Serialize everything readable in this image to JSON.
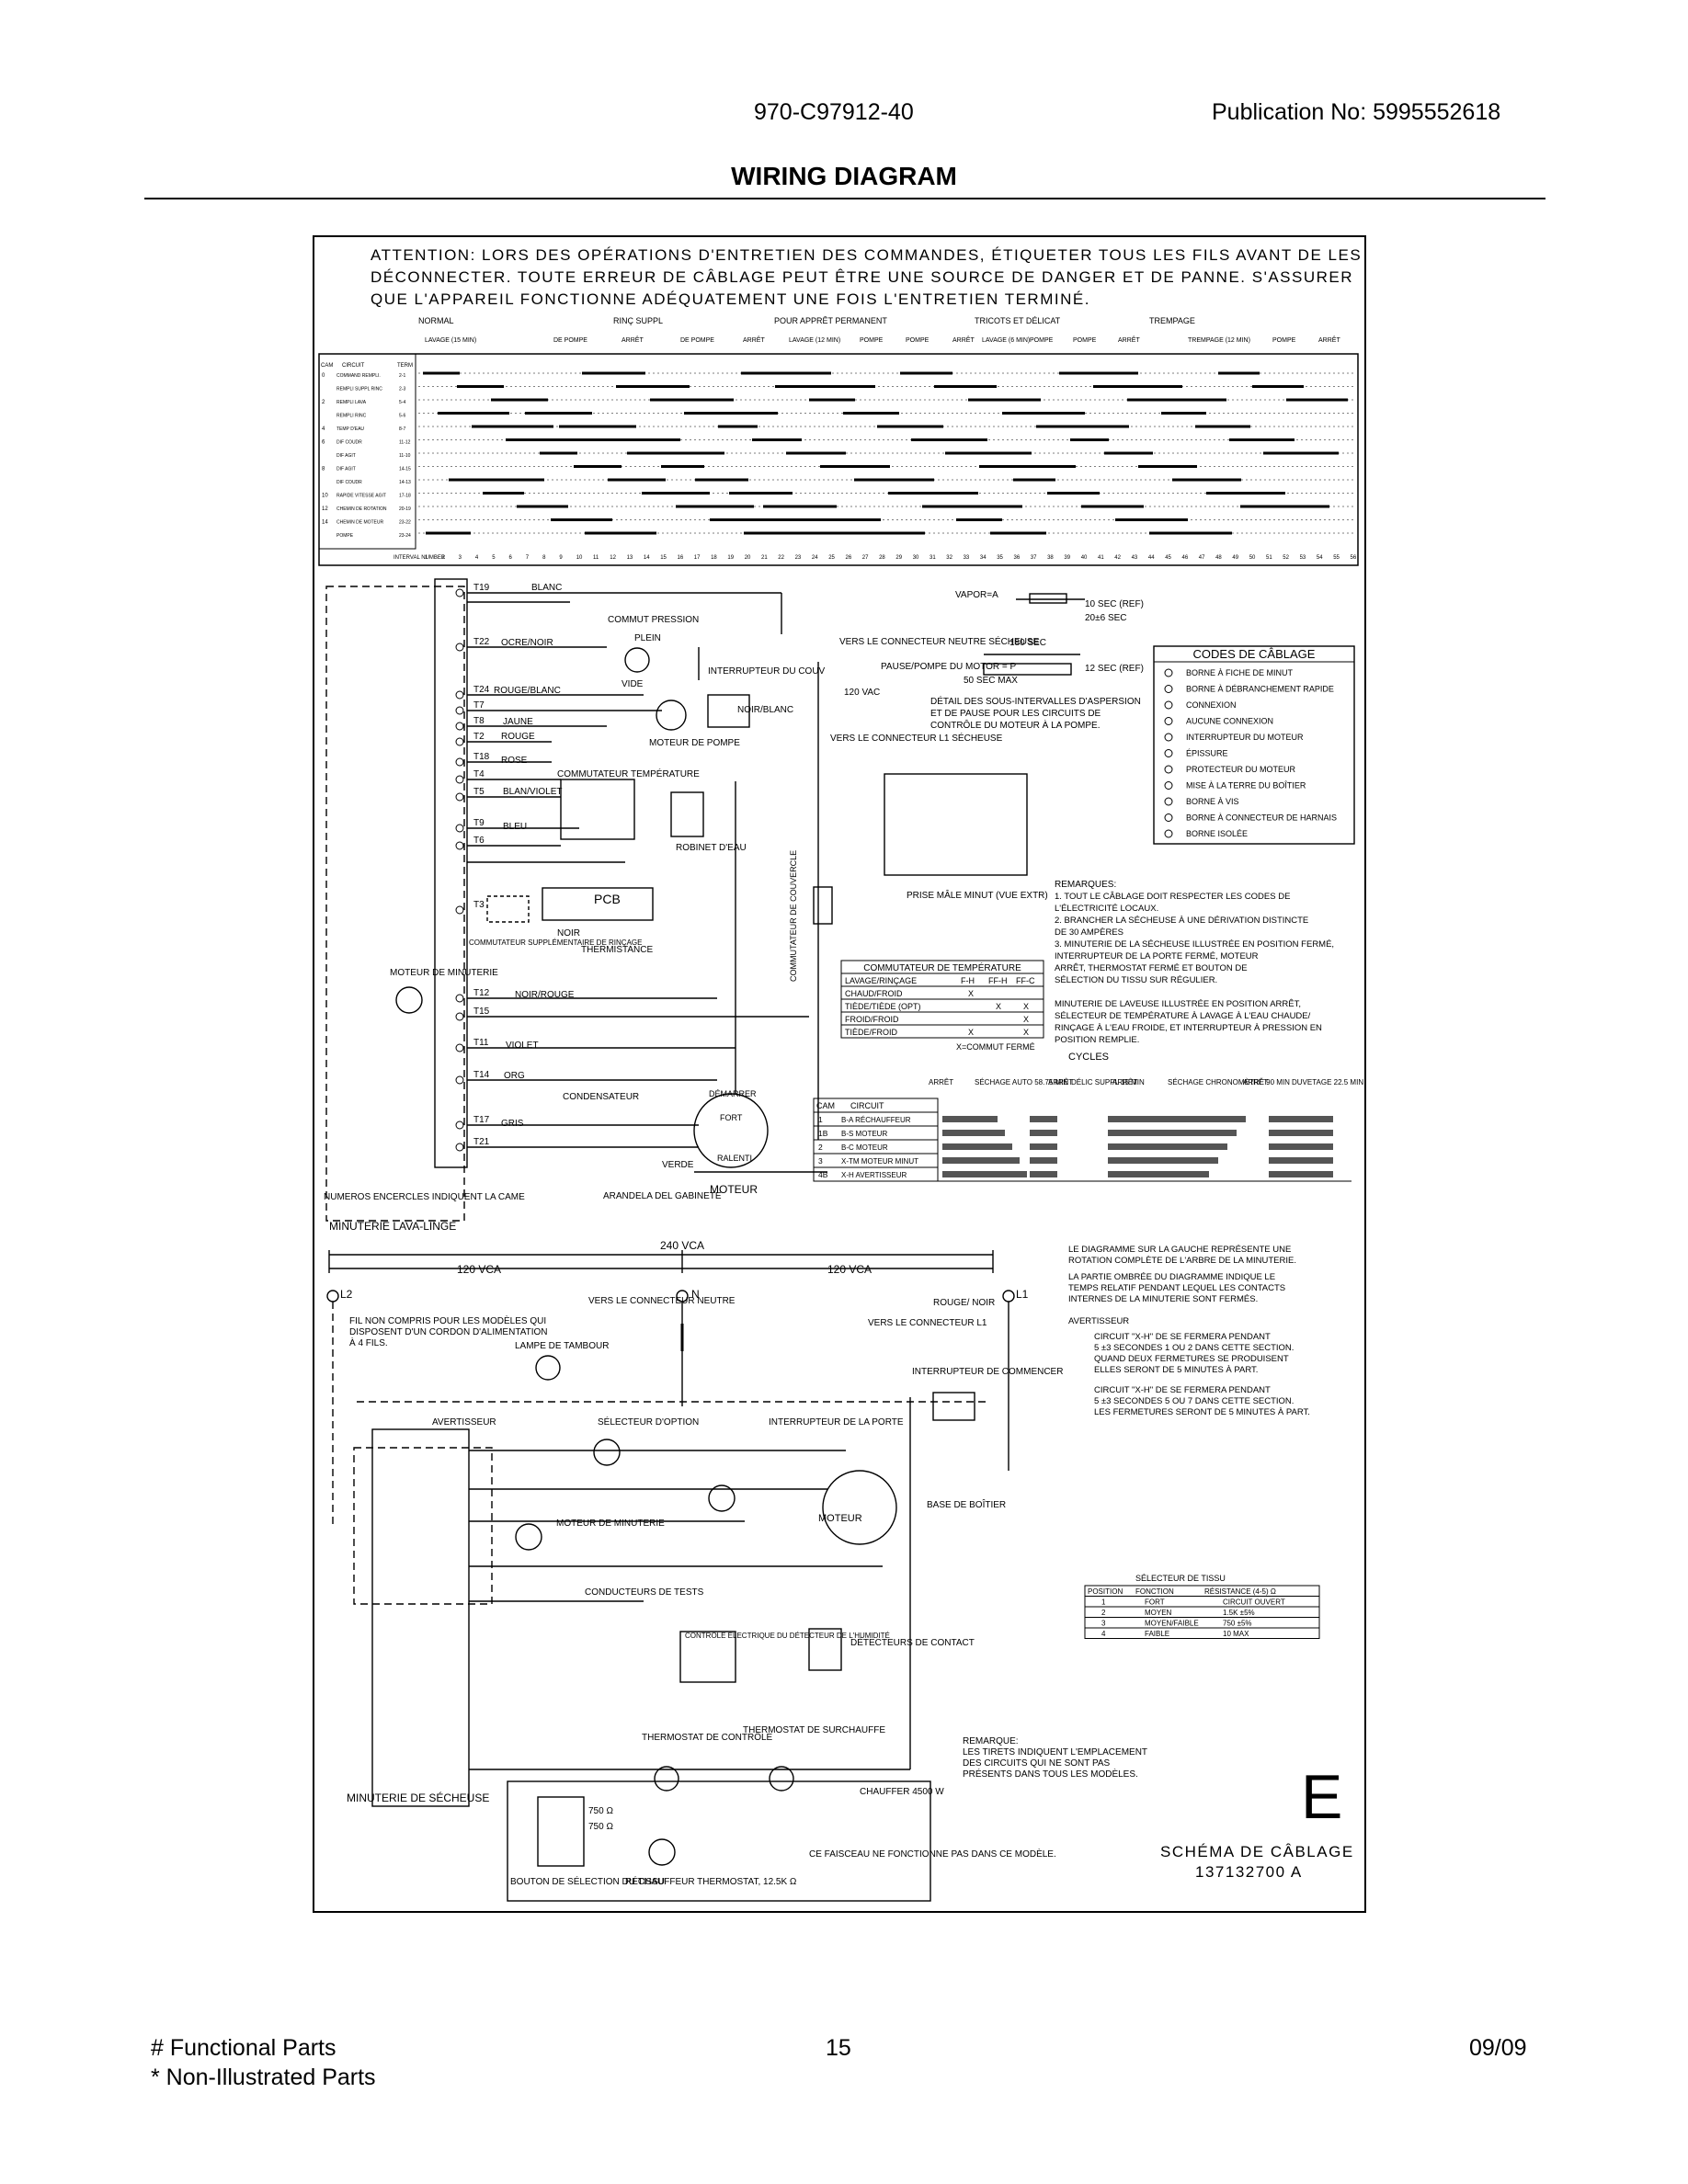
{
  "header": {
    "model": "970-C97912-40",
    "publication": "Publication No:  5995552618",
    "title": "WIRING DIAGRAM"
  },
  "attention": [
    "ATTENTION: LORS DES OPÉRATIONS D'ENTRETIEN DES COMMANDES, ÉTIQUETER TOUS LES FILS AVANT DE LES",
    "DÉCONNECTER. TOUTE ERREUR DE CÂBLAGE PEUT ÊTRE UNE SOURCE DE DANGER ET DE PANNE. S'ASSURER",
    "QUE L'APPAREIL FONCTIONNE ADÉQUATEMENT UNE FOIS L'ENTRETIEN TERMINÉ."
  ],
  "cycle_groups": [
    "NORMAL",
    "RINÇ SUPPL",
    "POUR APPRÊT PERMANENT",
    "TRICOTS ET DÉLICAT",
    "TREMPAGE"
  ],
  "cycle_steps": [
    "LAVAGE (15 MIN)",
    "DE POMPE",
    "ARRÊT",
    "DE POMPE",
    "ARRÊT",
    "LAVAGE (12 MIN)",
    "POMPE",
    "POMPE",
    "ARRÊT",
    "LAVAGE (6 MIN)",
    "POMPE",
    "POMPE",
    "ARRÊT",
    "TREMPAGE (12 MIN)",
    "POMPE",
    "ARRÊT"
  ],
  "cam_table": {
    "col_cam": "CAM",
    "col_circuit": "CIRCUIT",
    "col_term": "TERM",
    "rows": [
      {
        "cam": "0",
        "circuit": "COMMAND REMPLI.",
        "term": "2-1"
      },
      {
        "cam": "",
        "circuit": "REMPLI SUPPL RINC",
        "term": "2-3"
      },
      {
        "cam": "2",
        "circuit": "REMPLI LAVA",
        "term": "5-4"
      },
      {
        "cam": "",
        "circuit": "REMPLI RINC",
        "term": "5-6"
      },
      {
        "cam": "4",
        "circuit": "TEMP D'EAU",
        "term": "8-7"
      },
      {
        "cam": "6",
        "circuit": "DIF COUDR",
        "term": "11-12"
      },
      {
        "cam": "",
        "circuit": "DIF AGIT",
        "term": "11-10"
      },
      {
        "cam": "8",
        "circuit": "DIF AGIT",
        "term": "14-15"
      },
      {
        "cam": "",
        "circuit": "DIF COUDR",
        "term": "14-13"
      },
      {
        "cam": "10",
        "circuit": "RAPIDE VITESSE AGIT",
        "term": "17-18"
      },
      {
        "cam": "12",
        "circuit": "CHEMIN DE ROTATION",
        "term": "20-19"
      },
      {
        "cam": "14",
        "circuit": "CHEMIN DE MOTEUR",
        "term": "23-22"
      },
      {
        "cam": "",
        "circuit": "POMPE",
        "term": "23-24"
      }
    ],
    "interval_label": "INTERVAL NUMBER"
  },
  "washer": {
    "terminals": [
      "T19",
      "T22",
      "T24",
      "T7",
      "T8",
      "T2",
      "T18",
      "T4",
      "T5",
      "T9",
      "T6",
      "T3",
      "T12",
      "T15",
      "T11",
      "T14",
      "T17",
      "T21"
    ],
    "wire_colors": [
      "BLANC",
      "OCRE/NOIR",
      "ROUGE/BLANC",
      "JAUNE",
      "ROUGE",
      "ROSE",
      "BLAN/VIOLET",
      "BLEU",
      "NOIR/ROUGE",
      "VIOLET",
      "ORG",
      "GRIS",
      "NOIR/BLANC",
      "VERDE",
      "NOIR"
    ],
    "labels": {
      "commut_pression": "COMMUT PRESSION",
      "plein": "PLEIN",
      "vide": "VIDE",
      "interrupteur_couv": "INTERRUPTEUR DU COUV",
      "moteur_pompe": "MOTEUR DE POMPE",
      "commutateur_temp": "COMMUTATEUR TEMPÉRATURE",
      "robinet": "ROBINET D'EAU",
      "pcb": "PCB",
      "thermistance": "THERMISTANCE",
      "commut_supp": "COMMUTATEUR SUPPLÉMENTAIRE DE RINÇAGE",
      "moteur_minuterie": "MOTEUR DE MINUTERIE",
      "condensateur": "CONDENSATEUR",
      "demarrer": "DÉMARRER",
      "fort": "FORT",
      "ralenti": "RALENTI",
      "moteur": "MOTEUR",
      "arandela": "ARANDELA DEL GABINETE",
      "numeros": "NUMEROS ENCERCLES INDIQUENT LA CAME",
      "minuterie": "MINUTERIE LAVA-LINGE",
      "vers_neutre": "VERS LE CONNECTEUR NEUTRE SÉCHEUSE",
      "pause_pompe": "PAUSE/POMPE DU MOTOR = P",
      "vac120": "120 VAC",
      "vers_l1": "VERS LE CONNECTEUR L1 SÉCHEUSE",
      "commut_couvercle": "COMMUTATEUR DE COUVERCLE",
      "vapor": "VAPOR=A",
      "sec10": "10 SEC (REF)",
      "sec20": "20±6 SEC",
      "sec180": "180 SEC",
      "sec12": "12 SEC (REF)",
      "sec50": "50 SEC MAX",
      "detail": [
        "DÉTAIL DES SOUS-INTERVALLES D'ASPERSION",
        "ET DE PAUSE POUR LES CIRCUITS DE",
        "CONTRÔLE DU MOTEUR À LA POMPE."
      ],
      "prise": "PRISE MÂLE MINUT (VUE EXTR)"
    }
  },
  "codes": {
    "title": "CODES DE CÂBLAGE",
    "items": [
      "BORNE À FICHE DE MINUT",
      "BORNE À DÉBRANCHEMENT RAPIDE",
      "CONNEXION",
      "AUCUNE CONNEXION",
      "INTERRUPTEUR DU MOTEUR",
      "ÉPISSURE",
      "PROTECTEUR DU MOTEUR",
      "MISE À LA TERRE DU BOÎTIER",
      "BORNE À VIS",
      "BORNE À CONNECTEUR DE HARNAIS",
      "BORNE ISOLÉE"
    ]
  },
  "remarques": {
    "title": "REMARQUES:",
    "lines": [
      "1. TOUT LE CÂBLAGE DOIT RESPECTER LES CODES DE",
      "    L'ÉLECTRICITÉ LOCAUX.",
      "2. BRANCHER LA SÉCHEUSE À UNE DÉRIVATION DISTINCTE",
      "    DE 30 AMPÈRES",
      "3. MINUTERIE DE LA SÉCHEUSE ILLUSTRÉE EN POSITION FERMÉ,",
      "    INTERRUPTEUR DE LA PORTE FERMÉ, MOTEUR",
      "    ARRÊT, THERMOSTAT FERMÉ ET BOUTON DE",
      "    SÉLECTION DU TISSU SUR RÉGULIER.",
      "",
      "    MINUTERIE DE LAVEUSE ILLUSTRÉE EN POSITION ARRÊT,",
      "    SÉLECTEUR DE TEMPÉRATURE À LAVAGE À L'EAU CHAUDE/",
      "    RINÇAGE À L'EAU FROIDE, ET INTERRUPTEUR À PRESSION EN",
      "    POSITION REMPLIE."
    ]
  },
  "temp_table": {
    "title": "COMMUTATEUR DE TEMPÉRATURE",
    "headers": [
      "LAVAGE/RINÇAGE",
      "F-H",
      "FF-H",
      "FF-C"
    ],
    "rows": [
      [
        "CHAUD/FROID",
        "X",
        "",
        ""
      ],
      [
        "TIÈDE/TIÈDE (OPT)",
        "",
        "X",
        "X"
      ],
      [
        "FROID/FROID",
        "",
        "",
        "X"
      ],
      [
        "TIÈDE/FROID",
        "X",
        "",
        "X"
      ]
    ],
    "note": "X=COMMUT FERMÉ"
  },
  "dryer_cycles": {
    "title": "CYCLES",
    "cols": [
      "ARRÊT",
      "SÉCHAGE AUTO 58.75 MIN",
      "ARRÊT",
      "DÉLIC SUPPL 15 MIN",
      "ARRÊT",
      "SÉCHAGE CHRONOMÈTRÉ 90 MIN",
      "ARRÊT",
      "DUVETAGE 22.5 MIN"
    ],
    "rows": [
      {
        "cam": "1",
        "circuit": "B-A RÉCHAUFFEUR"
      },
      {
        "cam": "1B",
        "circuit": "B-S MOTEUR"
      },
      {
        "cam": "2",
        "circuit": "B-C MOTEUR"
      },
      {
        "cam": "3",
        "circuit": "X-TM MOTEUR MINUT"
      },
      {
        "cam": "4B",
        "circuit": "X-H AVERTISSEUR"
      }
    ],
    "head_cam": "CAM",
    "head_circuit": "CIRCUIT"
  },
  "dryer_notes": [
    "LE DIAGRAMME SUR LA GAUCHE REPRÉSENTE UNE",
    "ROTATION COMPLÈTE DE L'ARBRE DE LA MINUTERIE.",
    "LA PARTIE OMBRÉE DU DIAGRAMME INDIQUE LE",
    "TEMPS RELATIF PENDANT LEQUEL LES CONTACTS",
    "INTERNES DE LA MINUTERIE SONT FERMÉS.",
    "AVERTISSEUR",
    "CIRCUIT \"X-H\" DE SE FERMERA PENDANT",
    "5 ±3 SECONDES 1 OU 2 DANS CETTE SECTION.",
    "QUAND DEUX FERMETURES SE PRODUISENT",
    "ELLES SERONT DE 5 MINUTES À PART.",
    "CIRCUIT \"X-H\" DE SE FERMERA PENDANT",
    "5 ±3 SECONDES 5 OU 7 DANS CETTE SECTION.",
    "LES FERMETURES SERONT DE 5 MINUTES À PART."
  ],
  "dryer": {
    "v240": "240 VCA",
    "v120": "120 VCA",
    "l1": "L1",
    "l2": "L2",
    "n": "N",
    "fil_note": [
      "FIL NON COMPRIS POUR LES MODÈLES QUI",
      "DISPOSENT D'UN CORDON D'ALIMENTATION",
      "À 4 FILS."
    ],
    "vers_neutre": "VERS LE CONNECTEUR NEUTRE",
    "vers_l1": "VERS LE CONNECTEUR L1",
    "rouge_noir": "ROUGE/ NOIR",
    "lampe": "LAMPE DE TAMBOUR",
    "interrupteur_commencer": "INTERRUPTEUR DE COMMENCER",
    "avertisseur": "AVERTISSEUR",
    "selecteur_option": "SÉLECTEUR D'OPTION",
    "interrupteur_porte": "INTERRUPTEUR DE LA PORTE",
    "moteur_minuterie": "MOTEUR DE MINUTERIE",
    "moteur": "MOTEUR",
    "base_boitier": "BASE DE BOÎTIER",
    "conducteurs": "CONDUCTEURS DE TESTS",
    "controle": "CONTRÔLE ÉLECTRIQUE DU DÉTECTEUR DE L'HUMIDITÉ",
    "detecteurs": "DÉTECTEURS DE CONTACT",
    "thermo_controle": "THERMOSTAT DE CONTRÔLE",
    "thermo_surchauffe": "THERMOSTAT DE SURCHAUFFE",
    "chauffer": "CHAUFFER 4500 W",
    "minuterie": "MINUTERIE DE SÉCHEUSE",
    "bouton": "BOUTON DE SÉLECTION DU TISSU",
    "rechauffeur": "RÉCHAUFFEUR THERMOSTAT, 12.5K Ω",
    "faisceau": "CE FAISCEAU NE FONCTIONNE PAS DANS CE MODÈLE.",
    "r750": "750 Ω",
    "remarque": [
      "REMARQUE:",
      "LES TIRETS INDIQUENT L'EMPLACEMENT",
      "DES CIRCUITS QUI NE SONT PAS",
      "PRÉSENTS DANS TOUS LES MODÈLES."
    ]
  },
  "fabric_table": {
    "title": "SÉLECTEUR DE TISSU",
    "headers": [
      "POSITION",
      "FONCTION",
      "RÉSISTANCE (4-5) Ω"
    ],
    "rows": [
      [
        "1",
        "FORT",
        "CIRCUIT OUVERT"
      ],
      [
        "2",
        "MOYEN",
        "1.5K ±5%"
      ],
      [
        "3",
        "MOYEN/FAIBLE",
        "750 ±5%"
      ],
      [
        "4",
        "FAIBLE",
        "10 MAX"
      ]
    ]
  },
  "stamp": {
    "letter": "E",
    "title": "SCHÉMA DE CÂBLAGE",
    "number": "137132700  A"
  },
  "footer": {
    "functional": "# Functional Parts",
    "non_illustrated": "* Non-Illustrated Parts",
    "page": "15",
    "date": "09/09"
  }
}
